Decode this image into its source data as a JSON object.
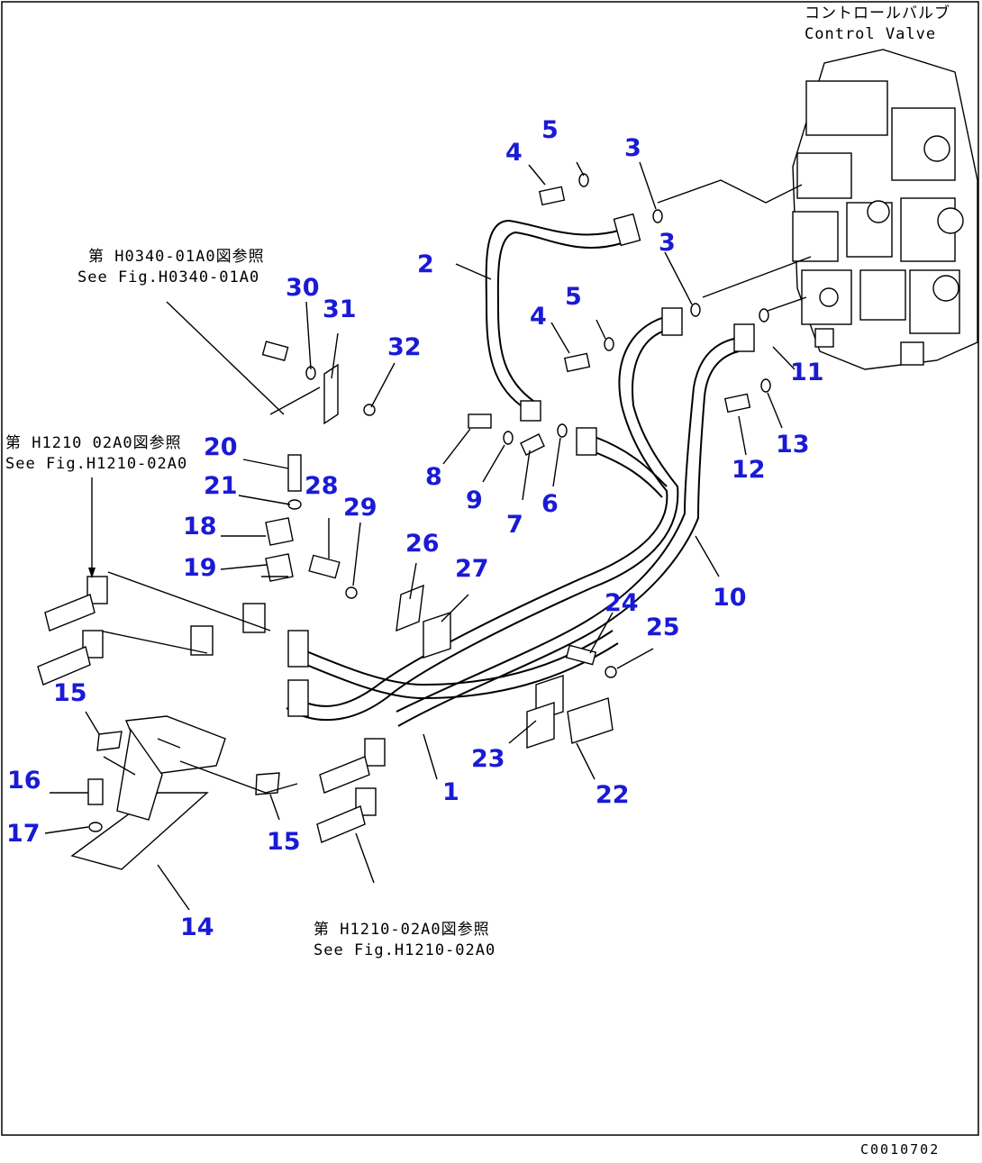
{
  "diagram": {
    "callouts": {
      "c1": "1",
      "c2": "2",
      "c3a": "3",
      "c3b": "3",
      "c4a": "4",
      "c4b": "4",
      "c5a": "5",
      "c5b": "5",
      "c6": "6",
      "c7": "7",
      "c8": "8",
      "c9": "9",
      "c10": "10",
      "c11": "11",
      "c12": "12",
      "c13": "13",
      "c14": "14",
      "c15a": "15",
      "c15b": "15",
      "c16": "16",
      "c17": "17",
      "c18": "18",
      "c19": "19",
      "c20": "20",
      "c21": "21",
      "c22": "22",
      "c23": "23",
      "c24": "24",
      "c25": "25",
      "c26": "26",
      "c27": "27",
      "c28": "28",
      "c29": "29",
      "c30": "30",
      "c31": "31",
      "c32": "32"
    },
    "notes": {
      "control_valve_jp": "コントロールバルブ",
      "control_valve_en": "Control Valve",
      "ref_h0340_jp": "第 H0340-01A0図参照",
      "ref_h0340_en": "See Fig.H0340-01A0",
      "ref_h1210a_jp": "第 H1210 02A0図参照",
      "ref_h1210a_en": "See Fig.H1210-02A0",
      "ref_h1210b_jp": "第 H1210-02A0図参照",
      "ref_h1210b_en": "See Fig.H1210-02A0"
    },
    "drawing_code": "C0010702"
  }
}
